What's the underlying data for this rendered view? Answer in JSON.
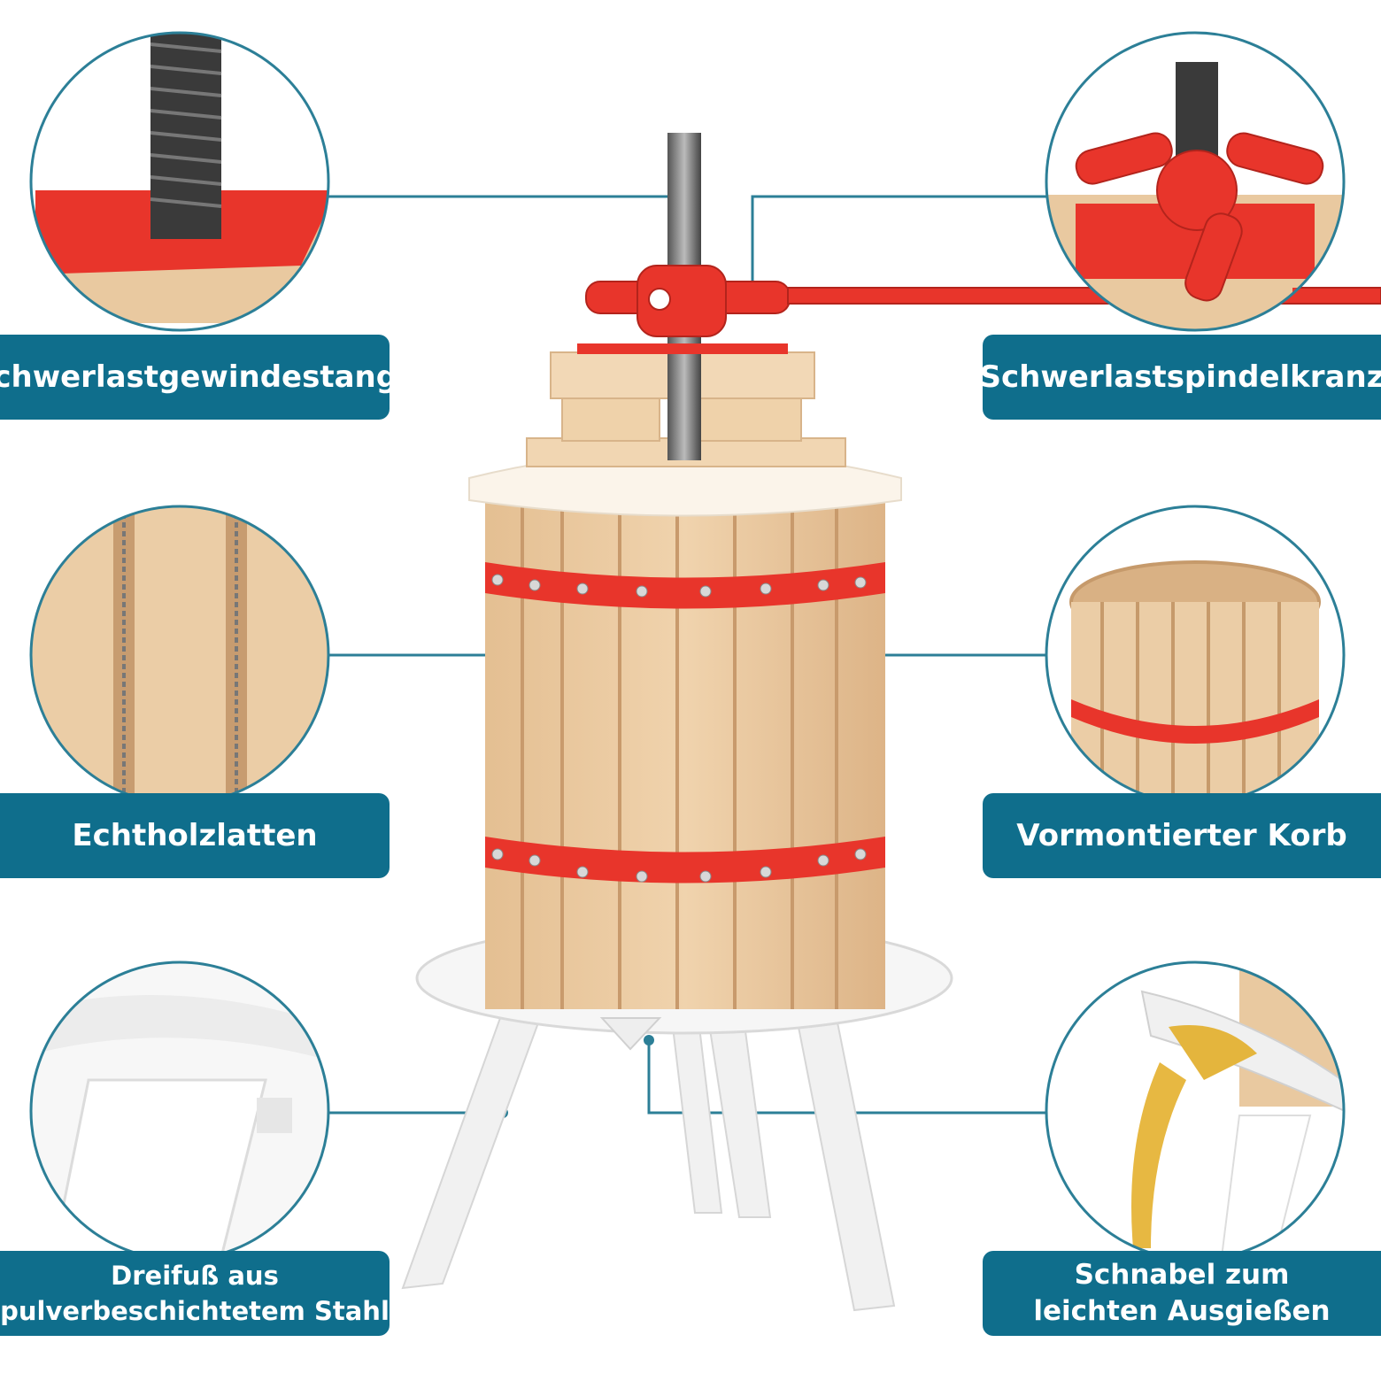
{
  "features": {
    "thread_rod": {
      "label": "Schwerlastgewindestange"
    },
    "spindle_ring": {
      "label": "Schwerlastspindelkranz"
    },
    "wood_slats": {
      "label": "Echtholzlatten"
    },
    "basket": {
      "label": "Vormontierter Korb"
    },
    "tripod": {
      "line1": "Dreifuß aus",
      "line2": "pulverbeschichtetem Stahl"
    },
    "spout": {
      "line1": "Schnabel zum",
      "line2": "leichten Ausgießen"
    }
  },
  "colors": {
    "label_bg": "#0f6e8c",
    "line": "#2c7f97",
    "wood": "#e9c9a0",
    "band": "#e8352b",
    "white_part": "#f3f3f3"
  }
}
